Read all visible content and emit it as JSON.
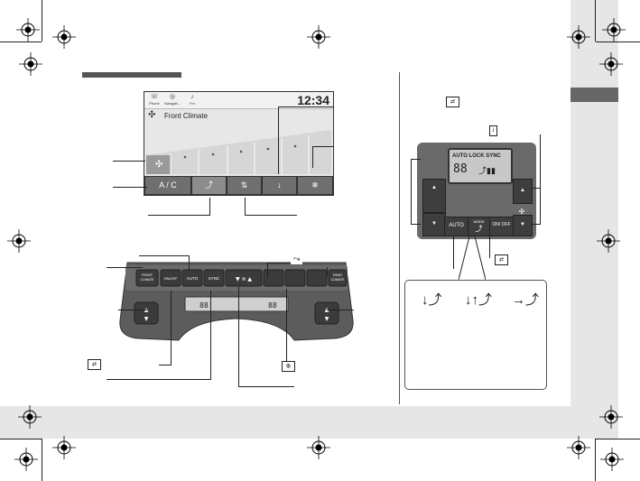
{
  "screen": {
    "time": "12:34",
    "title": "Front Climate",
    "nav": [
      {
        "glyph": "☏",
        "label": "Phone"
      },
      {
        "glyph": "◎",
        "label": "Navigati..."
      },
      {
        "glyph": "♪",
        "label": "Fm"
      }
    ],
    "ac_label": "A / C"
  },
  "panel": {
    "sync_label": "SYNC",
    "auto_label": "AUTO",
    "front_label": "FRONT\nCLIMATE",
    "rear_label": "REAR\nCLIMATE"
  },
  "control_unit": {
    "display_row1": "AUTO LOCK SYNC",
    "display_row2": "88",
    "auto_label": "AUTO",
    "mode_label": "MODE",
    "onoff_label": "ON/\nOFF"
  },
  "colors": {
    "band": "#e6e6e6",
    "tab": "#666666",
    "heading_bar": "#555555"
  },
  "icons": {
    "registration": "registration-mark-icon",
    "fan": "fan-icon",
    "seat_vent": "seat-airflow-icon",
    "defrost": "defrost-icon",
    "recirc": "recirculation-icon"
  }
}
